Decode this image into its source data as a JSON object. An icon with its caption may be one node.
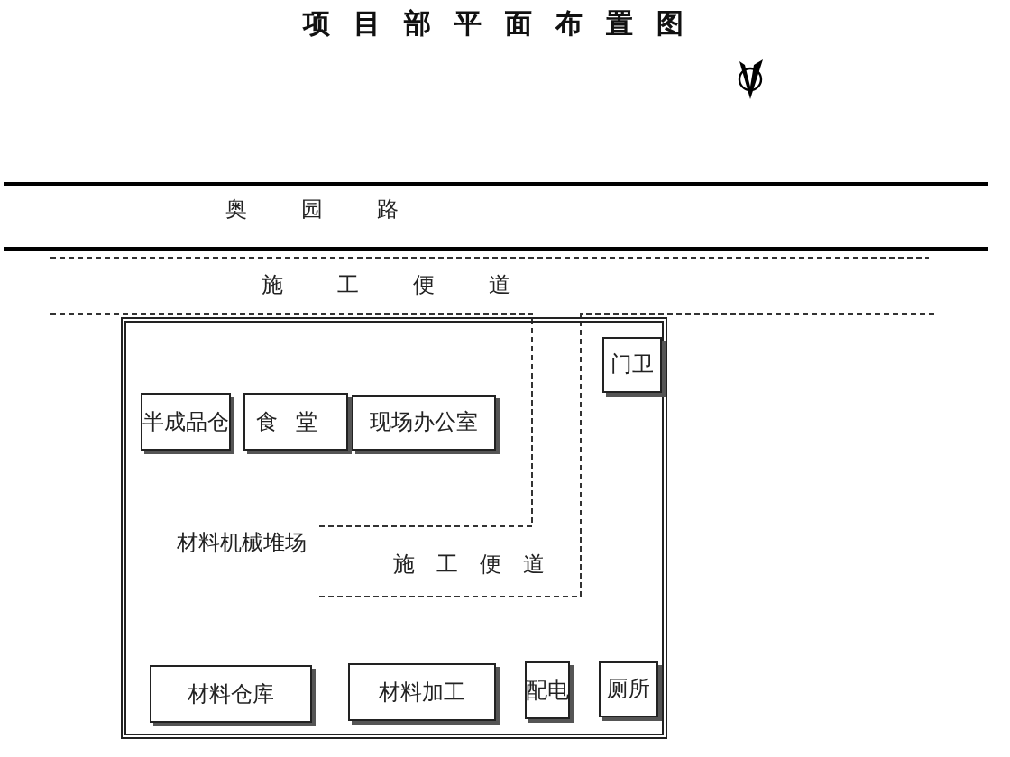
{
  "diagram": {
    "title": "项目部平面布置图",
    "nodes": [
      {
        "text": [],
        "shape": "box"
      },
      {
        "text": [
          "半成品仓"
        ],
        "in": 0
      },
      {
        "text": [
          "食堂"
        ],
        "in": 0
      },
      {
        "text": [
          "现场办公室"
        ],
        "in": 0
      },
      {
        "text": [
          "门卫"
        ],
        "in": 0
      },
      {
        "text": [
          "材料仓库"
        ],
        "in": 0
      },
      {
        "text": [
          "材料加工"
        ],
        "in": 0
      },
      {
        "text": [
          "配电"
        ],
        "in": 0
      },
      {
        "text": [
          "厕所"
        ],
        "in": 0
      }
    ],
    "labels": [
      "奥园路",
      "施工便道",
      "材料机械堆场",
      "施工便道"
    ]
  }
}
